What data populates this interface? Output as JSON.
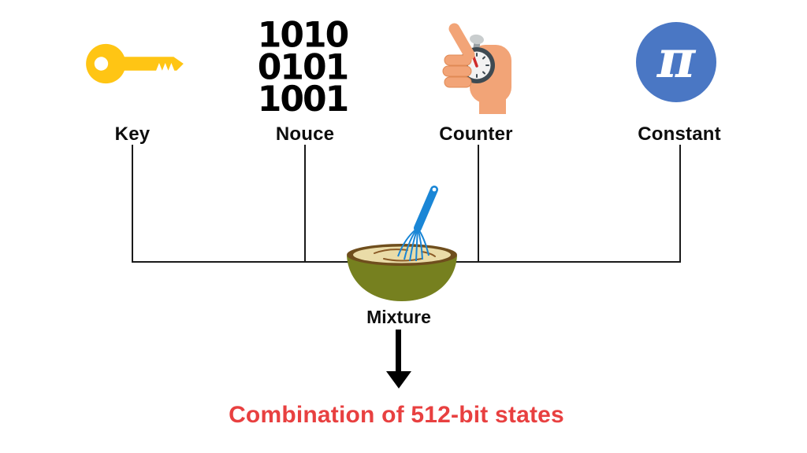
{
  "diagram": {
    "inputs": [
      {
        "id": "key",
        "label": "Key",
        "icon": "key-icon"
      },
      {
        "id": "nouce",
        "label": "Nouce",
        "icon": "binary-icon",
        "binary_rows": [
          "1010",
          "0101",
          "1001"
        ]
      },
      {
        "id": "counter",
        "label": "Counter",
        "icon": "stopwatch-hand-icon"
      },
      {
        "id": "constant",
        "label": "Constant",
        "icon": "pi-icon",
        "pi_symbol": "π"
      }
    ],
    "mixer": {
      "label": "Mixture",
      "icon": "mixing-bowl-icon"
    },
    "output_caption": "Combination of 512-bit states"
  },
  "colors": {
    "key_yellow": "#FFC514",
    "pi_blue": "#4A77C4",
    "caption_red": "#E84040",
    "bowl_olive": "#76801F",
    "bowl_rim_brown": "#6F4E1D",
    "batter_cream": "#EADCA8",
    "swirl_brown": "#8A5A26",
    "whisk_blue": "#1A86D6",
    "hand_peach": "#F2A477",
    "hand_shade": "#E08A55",
    "watch_ring": "#3E4A52",
    "watch_face": "#F2F2F2",
    "needle_red": "#CE2B2B",
    "button_gray": "#C9CDCE",
    "line_black": "#1A1A1A"
  }
}
